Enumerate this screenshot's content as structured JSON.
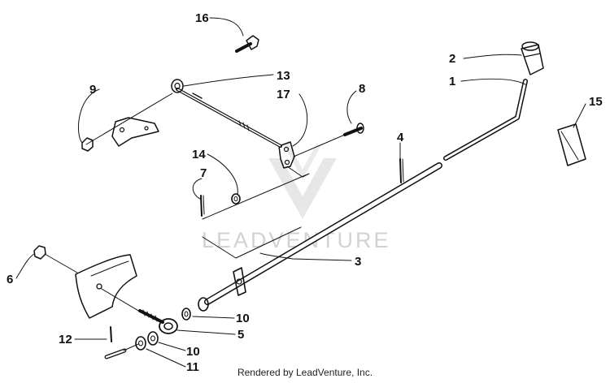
{
  "diagram": {
    "watermark": "LEADVENTURE",
    "footer": "Rendered by LeadVenture, Inc.",
    "callouts": [
      "1",
      "2",
      "3",
      "4",
      "5",
      "6",
      "7",
      "8",
      "9",
      "10",
      "10",
      "11",
      "12",
      "13",
      "14",
      "15",
      "16",
      "17"
    ]
  }
}
